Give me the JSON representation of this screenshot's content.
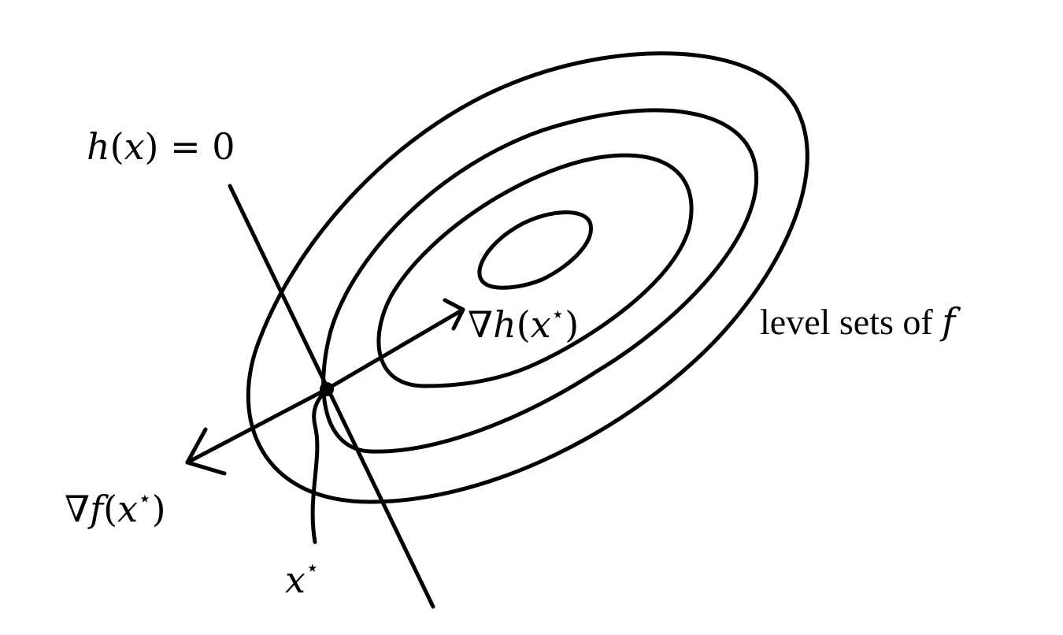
{
  "diagram": {
    "labels": {
      "constraint": {
        "func": "h",
        "arg": "x",
        "rest": " = 0"
      },
      "grad_h": {
        "nabla": "∇",
        "func": "h",
        "open": "(",
        "arg": "x",
        "star": "⋆",
        "close": ")"
      },
      "grad_f": {
        "nabla": "∇",
        "func": "f",
        "open": "(",
        "arg": "x",
        "star": "⋆",
        "close": ")"
      },
      "x_star": {
        "arg": "x",
        "star": "⋆"
      },
      "level_sets": {
        "text": "level sets of ",
        "func": "f"
      }
    },
    "colors": {
      "ink": "#000000",
      "background": "#ffffff"
    }
  }
}
